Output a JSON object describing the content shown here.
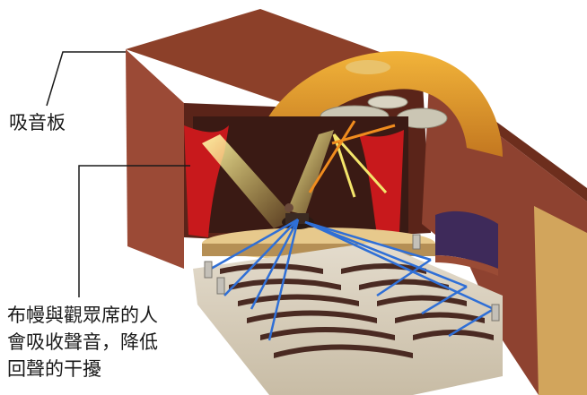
{
  "labels": {
    "absorber": "吸音板",
    "curtain_lines": [
      "布幔與觀眾席的人",
      "會吸收聲音，降低",
      "回聲的干擾"
    ]
  },
  "colors": {
    "roof": "#8a3f2a",
    "wall": "#9b4a36",
    "ceiling_shell": "#d8942a",
    "curtain": "#c8191c",
    "stage": "#e7c98c",
    "floor": "#d6cbb8",
    "seat": "#4a2a22",
    "light_beam": "#f4e56b",
    "sound_path": "#2f6fd6",
    "reflection": "#f08c1e"
  },
  "icons": [
    "speaker-icon",
    "performer-icon"
  ]
}
